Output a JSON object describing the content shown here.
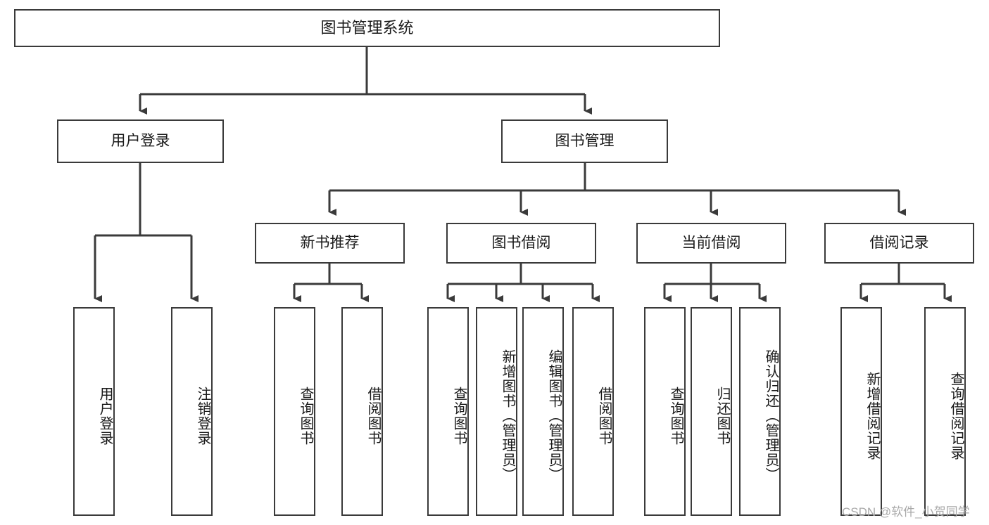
{
  "diagram": {
    "type": "hierarchy-tree",
    "title": "图书管理系统",
    "watermark": "CSDN @软件_小贺同学",
    "colors": {
      "box_border": "#3a3a3a",
      "box_fill": "#ffffff",
      "line": "#3a3a3a",
      "text": "#1a1a1a",
      "watermark": "#a9a9a9"
    },
    "level1": {
      "label": "图书管理系统"
    },
    "level2": [
      {
        "label": "用户登录"
      },
      {
        "label": "图书管理"
      }
    ],
    "level3": [
      {
        "label": "新书推荐"
      },
      {
        "label": "图书借阅"
      },
      {
        "label": "当前借阅"
      },
      {
        "label": "借阅记录"
      }
    ],
    "leaves": {
      "user_login": [
        {
          "label": "用户登录"
        },
        {
          "label": "注销登录"
        }
      ],
      "new_book_recommend": [
        {
          "label": "查询图书"
        },
        {
          "label": "借阅图书"
        }
      ],
      "book_borrow": [
        {
          "label": "查询图书"
        },
        {
          "label": "新增图书（管理员）"
        },
        {
          "label": "编辑图书（管理员）"
        },
        {
          "label": "借阅图书"
        }
      ],
      "current_borrow": [
        {
          "label": "查询图书"
        },
        {
          "label": "归还图书"
        },
        {
          "label": "确认归还（管理员）"
        }
      ],
      "borrow_record": [
        {
          "label": "新增借阅记录"
        },
        {
          "label": "查询借阅记录"
        }
      ]
    }
  }
}
